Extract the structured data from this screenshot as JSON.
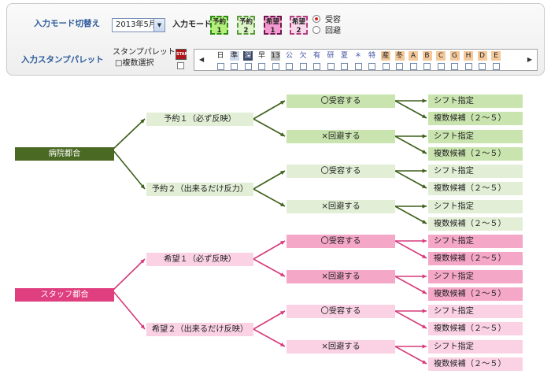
{
  "toolbar": {
    "input_mode_switch_label": "入力モード切替え",
    "month_value": "2013年5月",
    "input_mode_label": "入力モード",
    "mode_buttons": [
      {
        "label": "予約\n1",
        "bg": "#b3f07a",
        "border": "#2d8a1a"
      },
      {
        "label": "予約\n2",
        "bg": "#ddf6c8",
        "border": "#5c9a40"
      },
      {
        "label": "希望\n1",
        "bg": "#f59ad0",
        "border": "#6a1a4a"
      },
      {
        "label": "希望\n2",
        "bg": "#fbd7ec",
        "border": "#b04080"
      }
    ],
    "radio_accept": "受容",
    "radio_avoid": "回避",
    "input_stamp_palette_label": "入力スタンプパレット",
    "stamp_palette_label": "スタンプパレット",
    "multi_select_label": "□複数選択",
    "palette_glyphs": [
      {
        "ch": "日",
        "bg": "#ffffff",
        "fg": "#222222"
      },
      {
        "ch": "準",
        "bg": "#cfd9ea",
        "fg": "#222222"
      },
      {
        "ch": "深",
        "bg": "#3b4a6c",
        "fg": "#ffffff"
      },
      {
        "ch": "早",
        "bg": "#ffffff",
        "fg": "#222222"
      },
      {
        "ch": "13",
        "bg": "#bdbdbd",
        "fg": "#222222"
      },
      {
        "ch": "公",
        "bg": "#ffffff",
        "fg": "#4050a0"
      },
      {
        "ch": "欠",
        "bg": "#ffffff",
        "fg": "#4050a0"
      },
      {
        "ch": "有",
        "bg": "#ffffff",
        "fg": "#4050a0"
      },
      {
        "ch": "研",
        "bg": "#ffffff",
        "fg": "#4050a0"
      },
      {
        "ch": "夏",
        "bg": "#ffffff",
        "fg": "#4050a0"
      },
      {
        "ch": "＊",
        "bg": "#ffffff",
        "fg": "#4050a0"
      },
      {
        "ch": "特",
        "bg": "#ffffff",
        "fg": "#4050a0"
      },
      {
        "ch": "産",
        "bg": "#f5c89a",
        "fg": "#222222"
      },
      {
        "ch": "冬",
        "bg": "#f5c89a",
        "fg": "#222222"
      },
      {
        "ch": "A",
        "bg": "#f5c89a",
        "fg": "#222222"
      },
      {
        "ch": "B",
        "bg": "#f5c89a",
        "fg": "#222222"
      },
      {
        "ch": "C",
        "bg": "#f5c89a",
        "fg": "#222222"
      },
      {
        "ch": "G",
        "bg": "#f5c89a",
        "fg": "#222222"
      },
      {
        "ch": "H",
        "bg": "#f5c89a",
        "fg": "#222222"
      },
      {
        "ch": "D",
        "bg": "#f5c89a",
        "fg": "#222222"
      },
      {
        "ch": "E",
        "bg": "#f5c89a",
        "fg": "#222222"
      }
    ],
    "left_arrow": "◀",
    "right_arrow": "▶"
  },
  "tree": {
    "colors": {
      "green_dark": "#4a6a24",
      "green_line": "#3d5f1a",
      "green_mid": "#c9e4ae",
      "green_light": "#e2efd6",
      "pink_dark": "#df3f7f",
      "pink_line": "#d63b7b",
      "pink_mid": "#f5a7c7",
      "pink_light": "#fad2e3"
    },
    "hospital": {
      "label": "病院都合",
      "children": [
        {
          "label": "予約１（必ず反映）",
          "options": [
            {
              "label": "〇受容する",
              "leaves": [
                "シフト指定",
                "複数候補（２～５）"
              ]
            },
            {
              "label": "×回避する",
              "leaves": [
                "シフト指定",
                "複数候補（２～５）"
              ]
            }
          ]
        },
        {
          "label": "予約２（出来るだけ反力）",
          "options": [
            {
              "label": "〇受容する",
              "leaves": [
                "シフト指定",
                "複数候補（２～５）"
              ]
            },
            {
              "label": "×回避する",
              "leaves": [
                "シフト指定",
                "複数候補（２～５）"
              ]
            }
          ]
        }
      ]
    },
    "staff": {
      "label": "スタッフ都合",
      "children": [
        {
          "label": "希望１（必ず反映）",
          "options": [
            {
              "label": "〇受容する",
              "leaves": [
                "シフト指定",
                "複数候補（２～５）"
              ]
            },
            {
              "label": "×回避する",
              "leaves": [
                "シフト指定",
                "複数候補（２～５）"
              ]
            }
          ]
        },
        {
          "label": "希望２（出来るだけ反映）",
          "options": [
            {
              "label": "〇受容する",
              "leaves": [
                "シフト指定",
                "複数候補（２～５）"
              ]
            },
            {
              "label": "×回避する",
              "leaves": [
                "シフト指定",
                "複数候補（２～５）"
              ]
            }
          ]
        }
      ]
    }
  }
}
